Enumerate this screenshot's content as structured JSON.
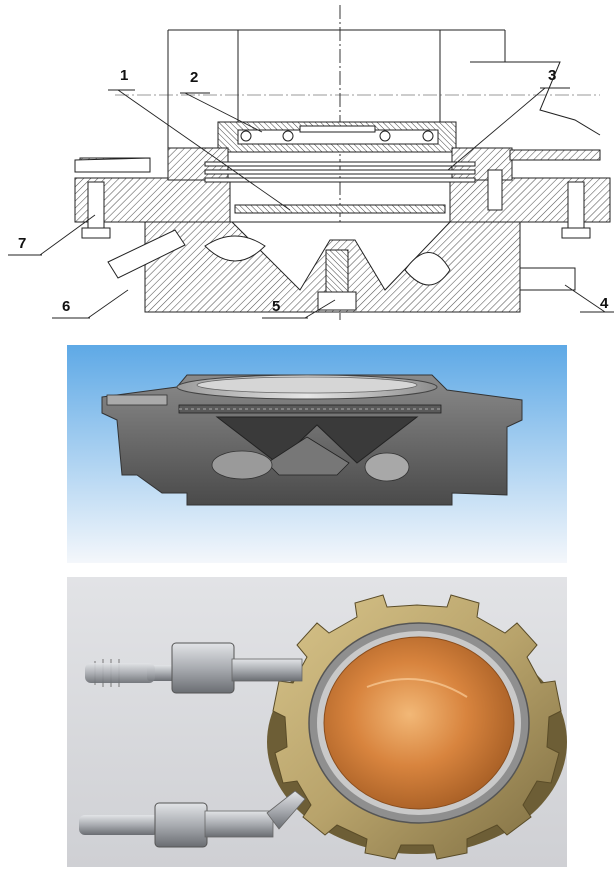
{
  "figure": {
    "drawing": {
      "callouts": [
        {
          "id": "1",
          "label": "1"
        },
        {
          "id": "2",
          "label": "2"
        },
        {
          "id": "3",
          "label": "3"
        },
        {
          "id": "4",
          "label": "4"
        },
        {
          "id": "5",
          "label": "5"
        },
        {
          "id": "6",
          "label": "6"
        },
        {
          "id": "7",
          "label": "7"
        }
      ]
    },
    "render": {
      "background_top": "#5ea9e6",
      "background_bottom": "#f4f7fb",
      "body_color": "#6e6e6e"
    },
    "photo": {
      "background": "#d9dadd",
      "plate_color": "#d8843e",
      "housing_color": "#b8a36b",
      "fitting_color": "#a9acb1"
    }
  }
}
